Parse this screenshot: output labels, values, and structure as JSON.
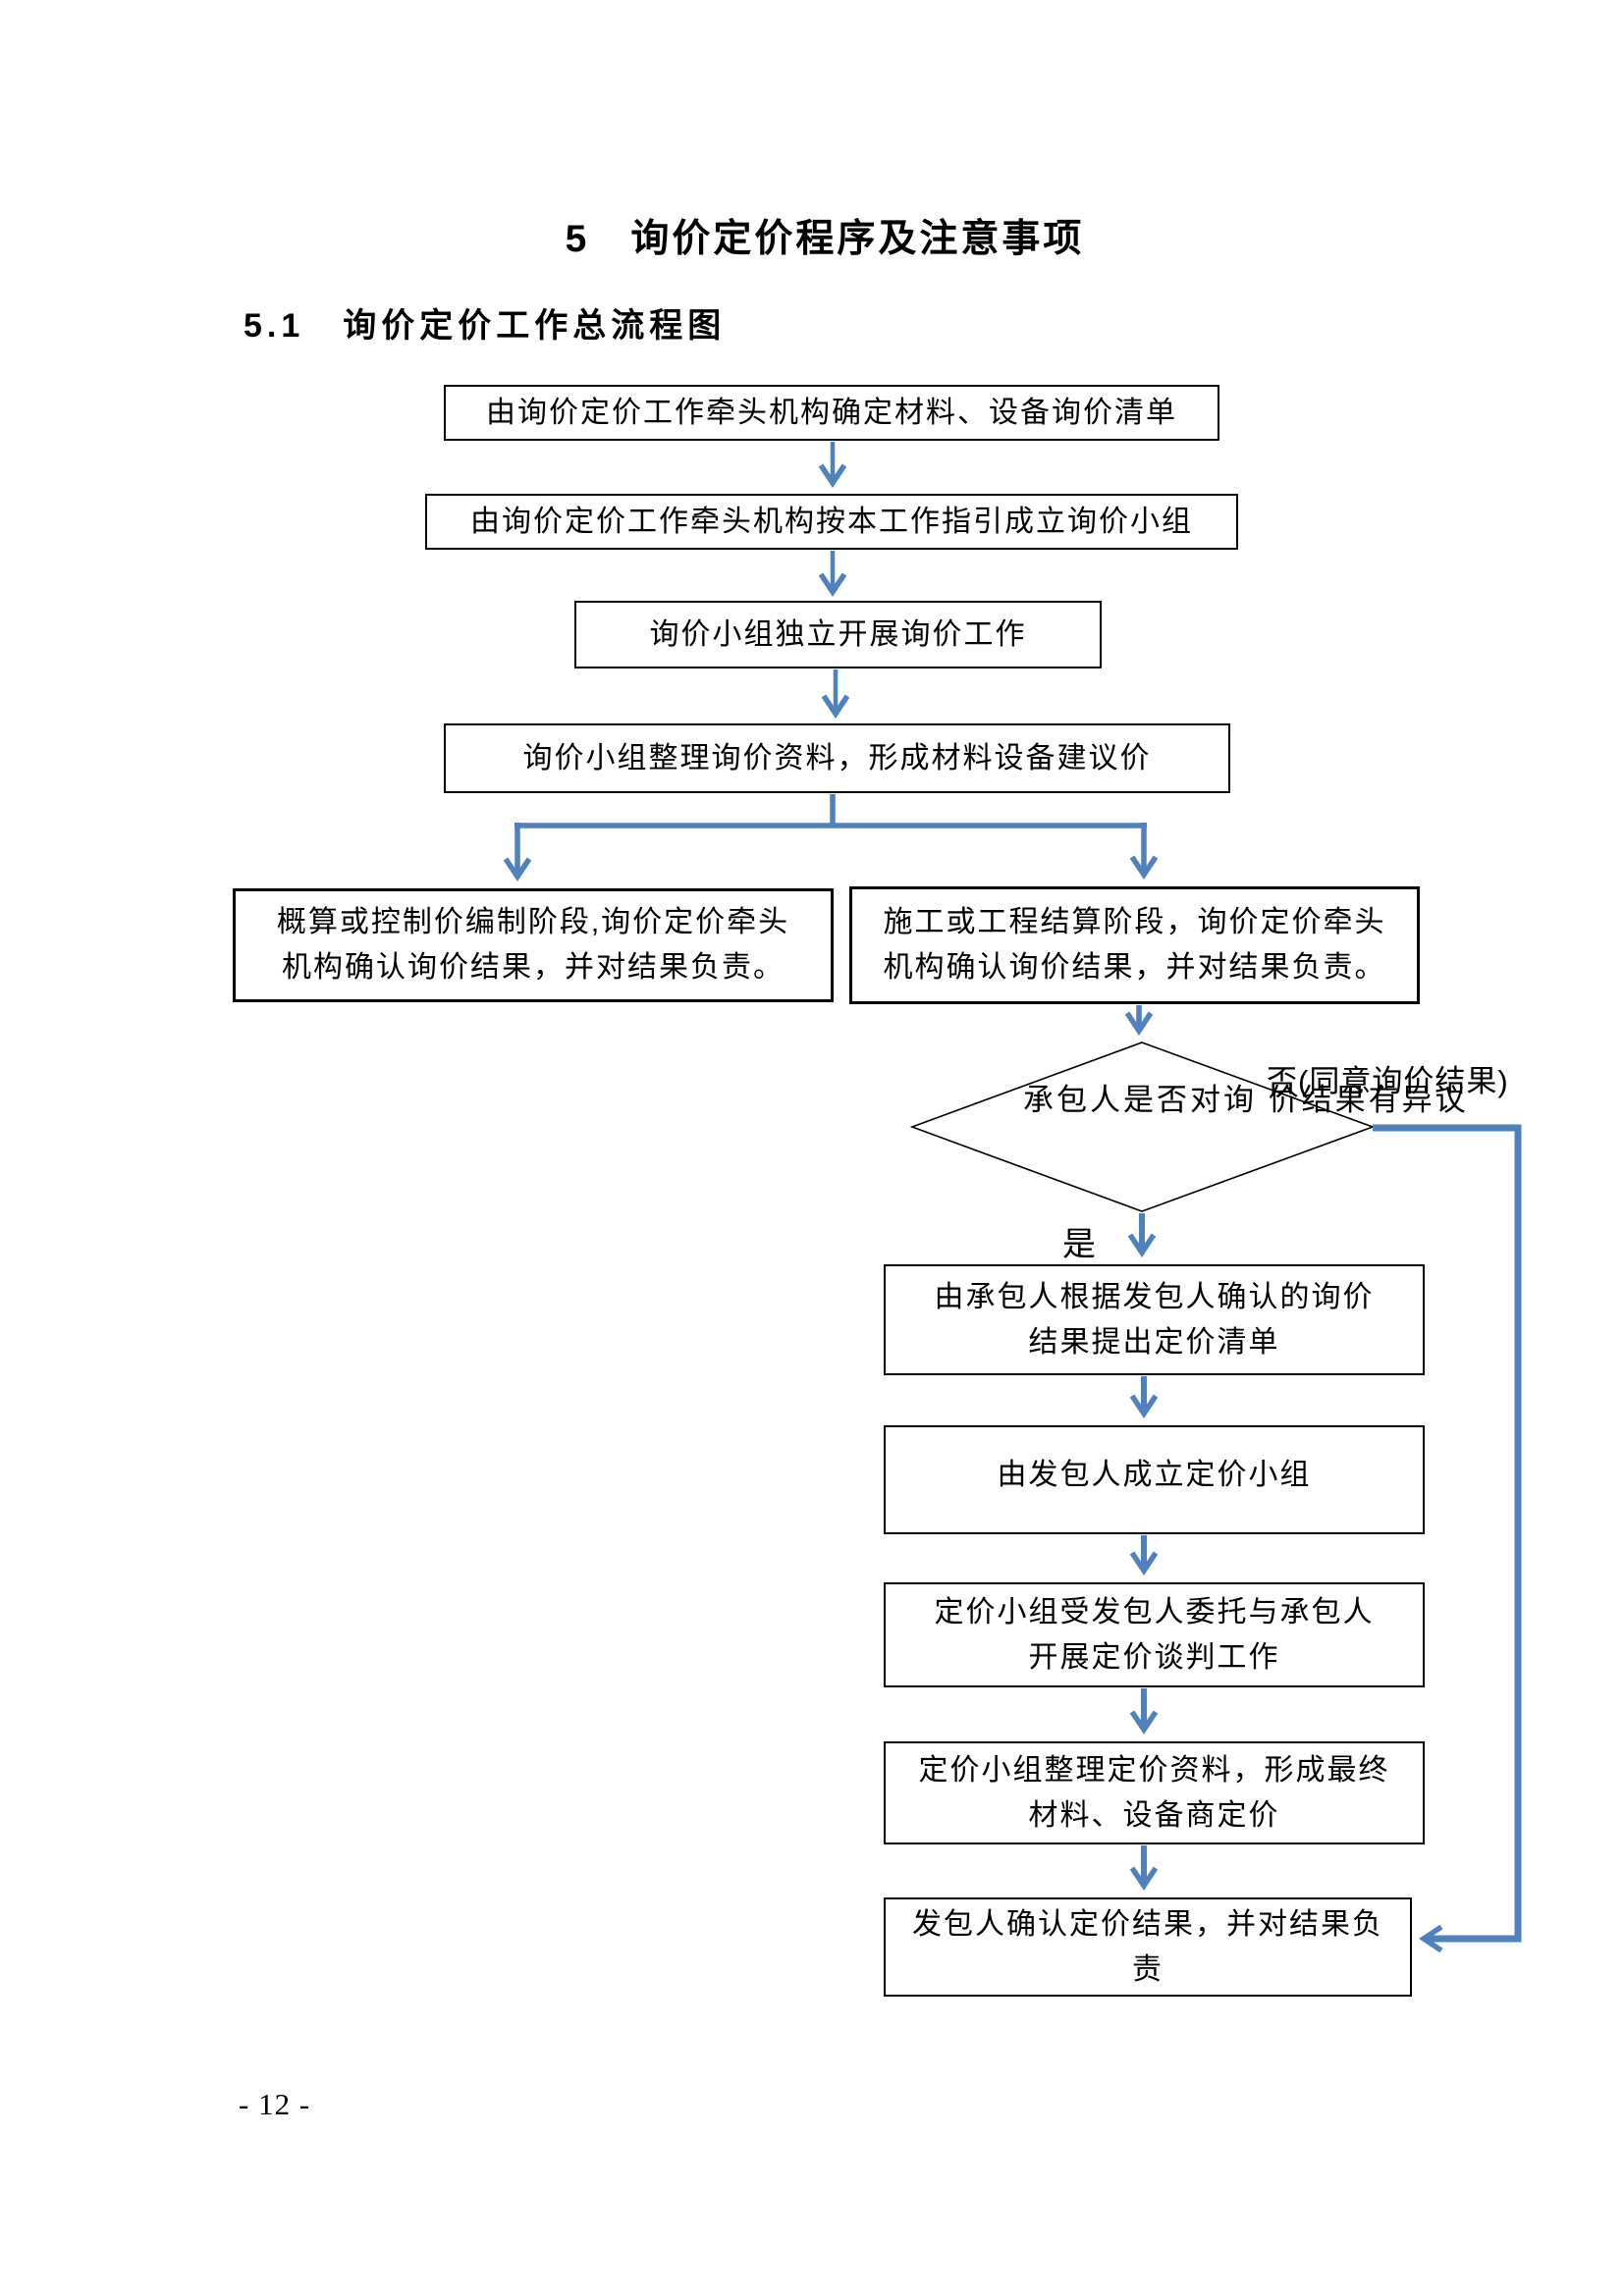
{
  "page": {
    "title": "5　询价定价程序及注意事项",
    "section_heading": "5.1　询价定价工作总流程图",
    "page_number": "- 12 -"
  },
  "colors": {
    "arrow": "#4f81bd",
    "box_border": "#000000",
    "text": "#000000",
    "background": "#ffffff"
  },
  "flowchart": {
    "box1": {
      "text": "由询价定价工作牵头机构确定材料、设备询价清单"
    },
    "box2": {
      "text": "由询价定价工作牵头机构按本工作指引成立询价小组"
    },
    "box3": {
      "text": "询价小组独立开展询价工作"
    },
    "box4": {
      "text": "询价小组整理询价资料，形成材料设备建议价"
    },
    "box5": {
      "line1": "概算或控制价编制阶段,询价定价牵头",
      "line2": "机构确认询价结果，并对结果负责。"
    },
    "box6": {
      "line1": "施工或工程结算阶段，询价定价牵头",
      "line2": "机构确认询价结果，并对结果负责。"
    },
    "decision": {
      "line1": "承包人是否对询",
      "line2": "价结果有异议"
    },
    "no_label": "否(同意询价结果)",
    "yes_label": "是",
    "box7": {
      "line1": "由承包人根据发包人确认的询价",
      "line2": "结果提出定价清单"
    },
    "box8": {
      "text": "由发包人成立定价小组"
    },
    "box9": {
      "line1": "定价小组受发包人委托与承包人",
      "line2": "开展定价谈判工作"
    },
    "box10": {
      "line1": "定价小组整理定价资料，形成最终",
      "line2": "材料、设备商定价"
    },
    "box11": {
      "line1": "发包人确认定价结果，并对结果负",
      "line2": "责"
    }
  }
}
